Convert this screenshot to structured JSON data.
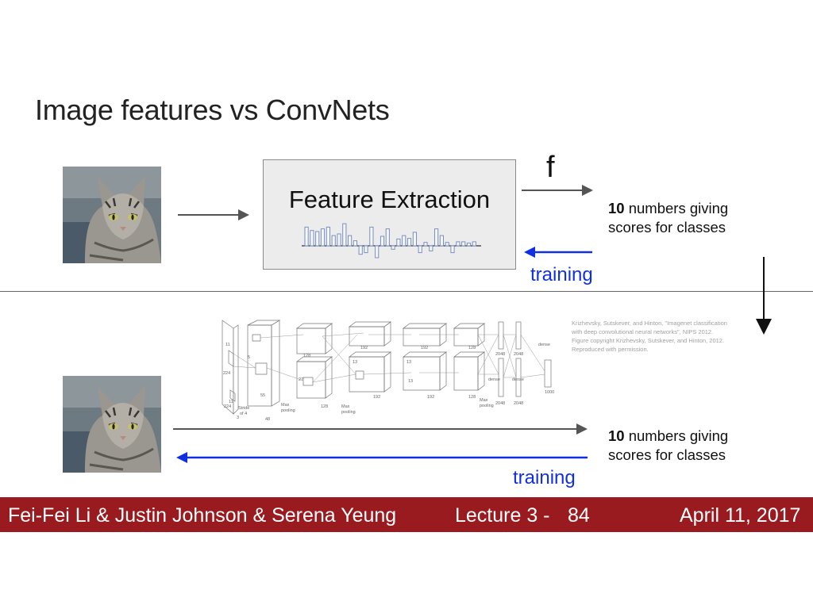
{
  "slide": {
    "title": "Image features vs ConvNets",
    "top_panel": {
      "feature_box_label": "Feature Extraction",
      "f_label": "f",
      "scores_bold": "10",
      "scores_line1_rest": " numbers giving",
      "scores_line2": "scores for classes",
      "training_label": "training"
    },
    "bottom_panel": {
      "scores_bold": "10",
      "scores_line1_rest": " numbers giving",
      "scores_line2": "scores for classes",
      "training_label": "training",
      "citation_lines": [
        "Krizhevsky, Sutskever, and Hinton, \"Imagenet classification",
        "with deep convolutional neural networks\", NIPS 2012.",
        "Figure copyright Krizhevsky, Sutskever, and Hinton, 2012.",
        "Reproduced with permission."
      ],
      "network_labels": {
        "n224a": "224",
        "n224b": "224",
        "n3": "3",
        "n11a": "11",
        "n11b": "11",
        "n5": "5",
        "n55": "55",
        "n48": "48",
        "n128a": "128",
        "n128b": "128",
        "n192a": "192",
        "n192b": "192",
        "n192c": "192",
        "n192d": "192",
        "n128c": "128",
        "n128d": "128",
        "n27": "27",
        "n13a": "13",
        "n13b": "13",
        "n13c": "13",
        "n2048a": "2048",
        "n2048b": "2048",
        "n2048c": "2048",
        "n2048d": "2048",
        "n1000": "1000",
        "stride": "Stride",
        "of4": "of 4",
        "maxpool_a1": "Max",
        "maxpool_a2": "pooling",
        "maxpool_b1": "Max",
        "maxpool_b2": "pooling",
        "maxpool_c1": "Max",
        "maxpool_c2": "pooling",
        "dense_a": "dense",
        "dense_b": "dense",
        "dense_c": "dense"
      }
    },
    "footer": {
      "authors": "Fei-Fei Li & Justin Johnson & Serena Yeung",
      "lecture": "Lecture 3 -",
      "slide_number": "84",
      "date": "April 11, 2017"
    },
    "colors": {
      "footer_bg": "#9a1b1f",
      "training_blue": "#1030e0",
      "arrow_gray": "#555555",
      "histogram_bar": "#7a8fbf"
    },
    "histogram": {
      "values": [
        0.55,
        0.45,
        0.42,
        0.5,
        0.55,
        0.3,
        0.35,
        0.65,
        0.3,
        0.15,
        -0.25,
        -0.2,
        0.55,
        -0.35,
        0.28,
        0.5,
        -0.1,
        0.2,
        0.3,
        0.22,
        0.4,
        -0.2,
        0.1,
        -0.15,
        0.5,
        0.3,
        0.1,
        -0.2,
        0.12,
        0.12,
        0.08,
        0.12
      ]
    }
  }
}
